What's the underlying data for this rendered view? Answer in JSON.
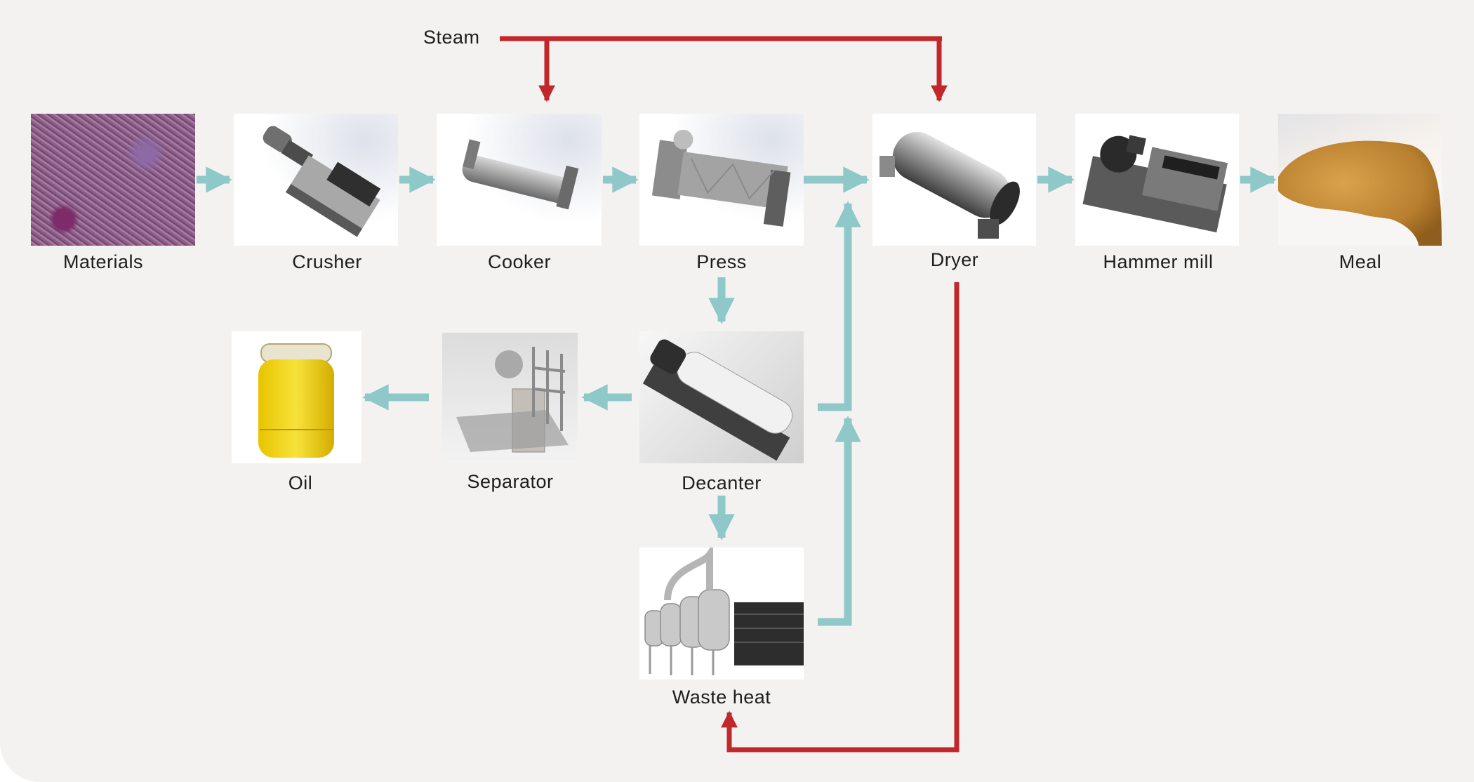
{
  "diagram": {
    "title": "Fishmeal and fish oil processing flow",
    "steam_label": "Steam",
    "colors": {
      "background": "#f4f2f1",
      "material_flow": "#8ec8c8",
      "steam_flow": "#c0282c",
      "label_text": "#1d1d1d"
    },
    "nodes": {
      "materials": {
        "label": "Materials",
        "icon": "raw-material-photo"
      },
      "crusher": {
        "label": "Crusher",
        "icon": "crusher-machine"
      },
      "cooker": {
        "label": "Cooker",
        "icon": "cooker-machine"
      },
      "press": {
        "label": "Press",
        "icon": "press-machine"
      },
      "dryer": {
        "label": "Dryer",
        "icon": "dryer-machine"
      },
      "hammer_mill": {
        "label": "Hammer mill",
        "icon": "hammer-mill-machine"
      },
      "meal": {
        "label": "Meal",
        "icon": "meal-powder-photo"
      },
      "decanter": {
        "label": "Decanter",
        "icon": "decanter-centrifuge"
      },
      "separator": {
        "label": "Separator",
        "icon": "separator-centrifuge"
      },
      "oil": {
        "label": "Oil",
        "icon": "oil-jar"
      },
      "waste_heat": {
        "label": "Waste heat",
        "icon": "evaporator-plant"
      }
    },
    "edges": [
      {
        "from": "materials",
        "to": "crusher",
        "type": "material"
      },
      {
        "from": "crusher",
        "to": "cooker",
        "type": "material"
      },
      {
        "from": "cooker",
        "to": "press",
        "type": "material"
      },
      {
        "from": "press",
        "to": "dryer",
        "type": "material"
      },
      {
        "from": "dryer",
        "to": "hammer_mill",
        "type": "material"
      },
      {
        "from": "hammer_mill",
        "to": "meal",
        "type": "material"
      },
      {
        "from": "press",
        "to": "decanter",
        "type": "material"
      },
      {
        "from": "decanter",
        "to": "separator",
        "type": "material"
      },
      {
        "from": "separator",
        "to": "oil",
        "type": "material"
      },
      {
        "from": "decanter",
        "to": "dryer",
        "type": "material"
      },
      {
        "from": "decanter",
        "to": "waste_heat",
        "type": "material"
      },
      {
        "from": "waste_heat",
        "to": "dryer",
        "type": "material"
      },
      {
        "from": "steam",
        "to": "cooker",
        "type": "steam"
      },
      {
        "from": "steam",
        "to": "dryer",
        "type": "steam"
      },
      {
        "from": "dryer",
        "to": "waste_heat",
        "type": "steam"
      }
    ]
  }
}
